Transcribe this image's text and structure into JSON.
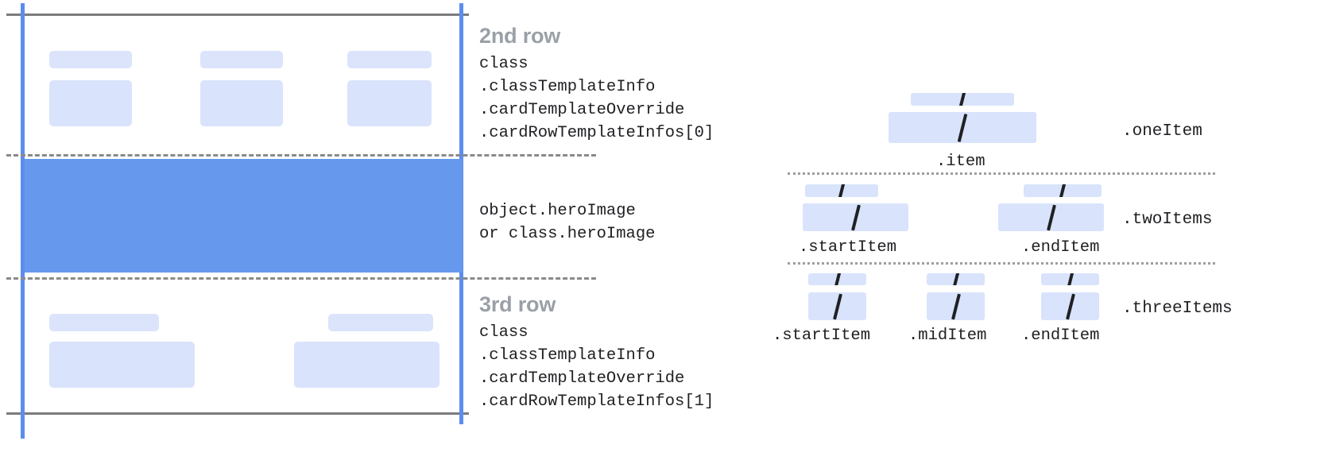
{
  "left_panel": {
    "sections": [
      {
        "title": "2nd row",
        "code_lines": [
          "class",
          ".classTemplateInfo",
          ".cardTemplateOverride",
          ".cardRowTemplateInfos[0]"
        ],
        "placeholder_columns": 3
      },
      {
        "title": "",
        "code_lines": [
          "object.heroImage",
          "or class.heroImage"
        ],
        "placeholder_columns": 0
      },
      {
        "title": "3rd row",
        "code_lines": [
          "class",
          ".classTemplateInfo",
          ".cardTemplateOverride",
          ".cardRowTemplateInfos[1]"
        ],
        "placeholder_columns": 2
      }
    ]
  },
  "right_panel": {
    "groups": [
      {
        "name": ".oneItem",
        "slot_captions": [
          ".item"
        ]
      },
      {
        "name": ".twoItems",
        "slot_captions": [
          ".startItem",
          ".endItem"
        ]
      },
      {
        "name": ".threeItems",
        "slot_captions": [
          ".startItem",
          ".midItem",
          ".endItem"
        ]
      }
    ],
    "slash_glyph": "/"
  },
  "colors": {
    "guide_blue": "#5b8def",
    "hero_blue": "#6699ee",
    "placeholder_blue": "#d9e3fb",
    "title_gray": "#9aa0a6",
    "rule_gray": "#7b7b7b",
    "dash_gray": "#8a8a8a",
    "text_dark": "#202124"
  }
}
